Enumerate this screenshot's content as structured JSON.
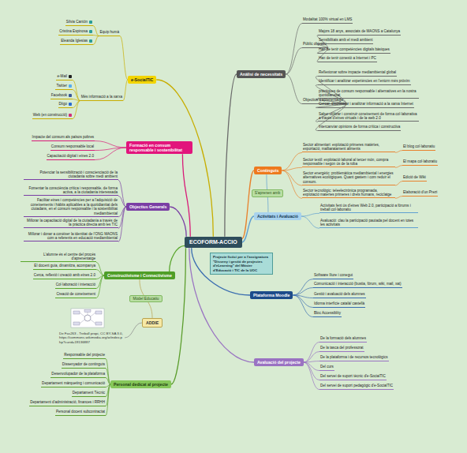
{
  "diagram": {
    "nodes": [
      {
        "text": [
          "ECOFORM-ACCIO"
        ]
      },
      {
        "text": [
          "Projecte fictici per a l'assignatura \"Disseny i gestió de projectes d'eLearning\" del Màster d'Educació i TIC de la UOC"
        ]
      },
      {
        "text": [
          "Anàlisi de necessitats"
        ]
      },
      {
        "text": [
          "Modalitat 100% virtual en LMS"
        ]
      },
      {
        "text": [
          "Públic objectiu"
        ]
      },
      {
        "text": [
          "Majors 18 anys, associats de MAONS a Catalunya"
        ]
      },
      {
        "text": [
          "Sensibilitats amb el medi ambient"
        ]
      },
      {
        "text": [
          "Han de tenir competències digitals bàsiques"
        ]
      },
      {
        "text": [
          "Han de tenir conexió a Internet i PC"
        ]
      },
      {
        "text": [
          "Objectius d'aprenentatge"
        ]
      },
      {
        "text": [
          "Reflexionar sobre impacte mediambiental global"
        ]
      },
      {
        "text": [
          "Identificar i analitzar experiències en l'entorn més pròxim"
        ]
      },
      {
        "text": [
          "práctiques de consum responsable i alternatives en la nostra quotidianeitat"
        ]
      },
      {
        "text": [
          "Cercar, discriminar i analitzar informació a la xarxa Internet"
        ]
      },
      {
        "text": [
          "Saber utilitzar i construir coneixement de forma col·laborativa a través d'eines virtuals i de la web 2.0"
        ]
      },
      {
        "text": [
          "Intercanviar opinions de forma crítica i constructiva"
        ]
      },
      {
        "text": [
          "Continguts"
        ]
      },
      {
        "text": [
          "Sector alimentari: explotació primeres matèries, exportació, malbaratament aliments"
        ]
      },
      {
        "text": [
          "Sector textil: explotació laboral al tercer món, compra responsable i segon ús de la roba"
        ]
      },
      {
        "text": [
          "Sector energètic: problemàtica mediambiental i energies alternatives ecològiques. Quant gastem i com reduir el consum."
        ]
      },
      {
        "text": [
          "Sector tecnològic: teleelectrònica programada, explotació materies primeres i drets humans, reciclatge"
        ]
      },
      {
        "text": [
          "El blog col·laboratiu"
        ]
      },
      {
        "text": [
          "El mapa col·laboratiu"
        ]
      },
      {
        "text": [
          "Edició de Wiki"
        ]
      },
      {
        "text": [
          "Elaboració d'un Prezi"
        ]
      },
      {
        "text": [
          "Activitats i Avaluació"
        ]
      },
      {
        "text": [
          "Activitats fent ús d'eines Web 2.0, participació a fòrums i treball col·laboratiu"
        ]
      },
      {
        "text": [
          "Avaluació: clau la participació pautada pel docent en totes les activitats"
        ]
      },
      {
        "text": [
          "Plataforma Moodle"
        ]
      },
      {
        "text": [
          "Software lliure i conegut"
        ]
      },
      {
        "text": [
          "Comunicació i interacció (bustia, fòrum, wiki, mail, xat)"
        ]
      },
      {
        "text": [
          "Gestió i avaluació dels alumnes"
        ]
      },
      {
        "text": [
          "Idioma interfície català/ castellà"
        ]
      },
      {
        "text": [
          "Bloc Accessiblity"
        ]
      },
      {
        "text": [
          "Avaluació del projecte"
        ]
      },
      {
        "text": [
          "De la formació dels alumnes"
        ]
      },
      {
        "text": [
          "De la tasca del professorat"
        ]
      },
      {
        "text": [
          "De la plataforma i de recursos tecnològics"
        ]
      },
      {
        "text": [
          "Del curs"
        ]
      },
      {
        "text": [
          "Del servei de suport tècnic d'e-SocialTIC"
        ]
      },
      {
        "text": [
          "Del servei de suport pedagògic d'e-SocialTIC"
        ]
      },
      {
        "text": [
          "e-SocialTIC"
        ]
      },
      {
        "text": [
          "Equip humà"
        ]
      },
      {
        "text": [
          "Sílvia Cantón"
        ]
      },
      {
        "text": [
          "Cristina Espinosa"
        ]
      },
      {
        "text": [
          "Eleanda Iglesias"
        ]
      },
      {
        "text": [
          "Més informació a la xarxa"
        ]
      },
      {
        "text": [
          "e-Mail"
        ]
      },
      {
        "text": [
          "Twitter"
        ]
      },
      {
        "text": [
          "Facebook"
        ]
      },
      {
        "text": [
          "Diigo"
        ]
      },
      {
        "text": [
          "Web (en construcció)"
        ]
      },
      {
        "text": [
          "Formació en consum responsable i sostenibilitat"
        ]
      },
      {
        "text": [
          "Impacte del consum als països pobres"
        ]
      },
      {
        "text": [
          "Consum responsable local"
        ]
      },
      {
        "text": [
          "Capacitació digital i eines 2.0"
        ]
      },
      {
        "text": [
          "Objectius Generals"
        ]
      },
      {
        "text": [
          "Potenciar la sensibilització i conscienciació de la ciutadania sobre medi ambient"
        ]
      },
      {
        "text": [
          "Fomentar la consciència crítica i responsable, de forma activa, a la ciutadania interessada"
        ]
      },
      {
        "text": [
          "Facilitar eines i competències per a l'adquisició de coneixements i hàbits aplicables a la quotidianitat dels ciutadans, en el consum responsable i la sostenibilitat mediambiental"
        ]
      },
      {
        "text": [
          "Millorar la capacitació digital de la ciutadania a través de la pràctica directa amb les TIC"
        ]
      },
      {
        "text": [
          "Millorar i donar a conèixer la identitat de l'ONG MAONS com a referents en educació mediambiental"
        ]
      },
      {
        "text": [
          "Constructivisme i Connectivisme"
        ]
      },
      {
        "text": [
          "L'alumne és el centre del procés d'aprenentatge"
        ]
      },
      {
        "text": [
          "El docent guia, dinamitza, acompanya"
        ]
      },
      {
        "text": [
          "Cerca, reflexió i creació amb eines 2.0"
        ]
      },
      {
        "text": [
          "Col·laboració i interacció"
        ]
      },
      {
        "text": [
          "Creació de coneixement"
        ]
      },
      {
        "text": [
          "ADDIE"
        ]
      },
      {
        "text": [
          "De Fas263 - Treball propi, CC BY-SA 3.0, https://commons.wikimedia.org/w/index.php?curid=19136887"
        ]
      },
      {
        "text": [
          "Personal dedicat al projecte"
        ]
      },
      {
        "text": [
          "Responsable del projecte"
        ]
      },
      {
        "text": [
          "Dissenyador de continguts"
        ]
      },
      {
        "text": [
          "Desenvolupador de la plataforma"
        ]
      },
      {
        "text": [
          "Departament màrqueting i comunicació"
        ]
      },
      {
        "text": [
          "Departament Tècnic"
        ]
      },
      {
        "text": [
          "Departament d'administració, finances i RRHH"
        ]
      },
      {
        "text": [
          "Personal docent subcontractat"
        ]
      }
    ],
    "edges": [
      {
        "from": 0,
        "to": 2,
        "arrow": "none"
      },
      {
        "from": 0,
        "to": 16,
        "arrow": "none"
      },
      {
        "from": 0,
        "to": 25,
        "arrow": "none"
      },
      {
        "from": 0,
        "to": 28,
        "arrow": "none"
      },
      {
        "from": 0,
        "to": 34,
        "arrow": "none"
      },
      {
        "from": 0,
        "to": 41,
        "arrow": "none"
      },
      {
        "from": 0,
        "to": 52,
        "arrow": "none"
      },
      {
        "from": 0,
        "to": 56,
        "arrow": "none"
      },
      {
        "from": 0,
        "to": 62,
        "arrow": "none"
      },
      {
        "from": 0,
        "to": 70,
        "arrow": "none"
      },
      {
        "from": 16,
        "to": 25,
        "label": "S'aprenen amb",
        "arrow": "none"
      },
      {
        "from": 62,
        "to": 68,
        "label": "Model Educatiu",
        "arrow": "none"
      },
      {
        "from": 2,
        "to": 3,
        "arrow": "none"
      },
      {
        "from": 2,
        "to": 4,
        "arrow": "none"
      },
      {
        "from": 2,
        "to": 9,
        "arrow": "none"
      },
      {
        "from": 4,
        "to": 5,
        "arrow": "none"
      },
      {
        "from": 4,
        "to": 6,
        "arrow": "none"
      },
      {
        "from": 4,
        "to": 7,
        "arrow": "none"
      },
      {
        "from": 4,
        "to": 8,
        "arrow": "none"
      },
      {
        "from": 9,
        "to": 10,
        "arrow": "none"
      },
      {
        "from": 9,
        "to": 11,
        "arrow": "none"
      },
      {
        "from": 9,
        "to": 12,
        "arrow": "none"
      },
      {
        "from": 9,
        "to": 13,
        "arrow": "none"
      },
      {
        "from": 9,
        "to": 14,
        "arrow": "none"
      },
      {
        "from": 9,
        "to": 15,
        "arrow": "none"
      },
      {
        "from": 16,
        "to": 17,
        "arrow": "none"
      },
      {
        "from": 16,
        "to": 18,
        "arrow": "none"
      },
      {
        "from": 16,
        "to": 19,
        "arrow": "none"
      },
      {
        "from": 16,
        "to": 20,
        "arrow": "none"
      },
      {
        "from": 17,
        "to": 21,
        "arrow": "none"
      },
      {
        "from": 18,
        "to": 22,
        "arrow": "none"
      },
      {
        "from": 19,
        "to": 23,
        "arrow": "none"
      },
      {
        "from": 20,
        "to": 24,
        "arrow": "none"
      },
      {
        "from": 25,
        "to": 26,
        "arrow": "none"
      },
      {
        "from": 25,
        "to": 27,
        "arrow": "none"
      },
      {
        "from": 28,
        "to": 29,
        "arrow": "none"
      },
      {
        "from": 28,
        "to": 30,
        "arrow": "none"
      },
      {
        "from": 28,
        "to": 31,
        "arrow": "none"
      },
      {
        "from": 28,
        "to": 32,
        "arrow": "none"
      },
      {
        "from": 28,
        "to": 33,
        "arrow": "none"
      },
      {
        "from": 34,
        "to": 35,
        "arrow": "none"
      },
      {
        "from": 34,
        "to": 36,
        "arrow": "none"
      },
      {
        "from": 34,
        "to": 37,
        "arrow": "none"
      },
      {
        "from": 34,
        "to": 38,
        "arrow": "none"
      },
      {
        "from": 34,
        "to": 39,
        "arrow": "none"
      },
      {
        "from": 34,
        "to": 40,
        "arrow": "none"
      },
      {
        "from": 41,
        "to": 42,
        "arrow": "none"
      },
      {
        "from": 41,
        "to": 46,
        "arrow": "none"
      },
      {
        "from": 42,
        "to": 43,
        "arrow": "none"
      },
      {
        "from": 42,
        "to": 44,
        "arrow": "none"
      },
      {
        "from": 42,
        "to": 45,
        "arrow": "none"
      },
      {
        "from": 46,
        "to": 47,
        "arrow": "none"
      },
      {
        "from": 46,
        "to": 48,
        "arrow": "none"
      },
      {
        "from": 46,
        "to": 49,
        "arrow": "none"
      },
      {
        "from": 46,
        "to": 50,
        "arrow": "none"
      },
      {
        "from": 46,
        "to": 51,
        "arrow": "none"
      },
      {
        "from": 52,
        "to": 53,
        "arrow": "none"
      },
      {
        "from": 52,
        "to": 54,
        "arrow": "none"
      },
      {
        "from": 52,
        "to": 55,
        "arrow": "none"
      },
      {
        "from": 56,
        "to": 57,
        "arrow": "none"
      },
      {
        "from": 56,
        "to": 58,
        "arrow": "none"
      },
      {
        "from": 56,
        "to": 59,
        "arrow": "none"
      },
      {
        "from": 56,
        "to": 60,
        "arrow": "none"
      },
      {
        "from": 56,
        "to": 61,
        "arrow": "none"
      },
      {
        "from": 62,
        "to": 63,
        "arrow": "none"
      },
      {
        "from": 62,
        "to": 64,
        "arrow": "none"
      },
      {
        "from": 62,
        "to": 65,
        "arrow": "none"
      },
      {
        "from": 62,
        "to": 66,
        "arrow": "none"
      },
      {
        "from": 62,
        "to": 67,
        "arrow": "none"
      },
      {
        "from": 68,
        "to": 69,
        "arrow": "none"
      },
      {
        "from": 70,
        "to": 71,
        "arrow": "none"
      },
      {
        "from": 70,
        "to": 72,
        "arrow": "none"
      },
      {
        "from": 70,
        "to": 73,
        "arrow": "none"
      },
      {
        "from": 70,
        "to": 74,
        "arrow": "none"
      },
      {
        "from": 70,
        "to": 75,
        "arrow": "none"
      },
      {
        "from": 70,
        "to": 76,
        "arrow": "none"
      },
      {
        "from": 70,
        "to": 77,
        "arrow": "none"
      }
    ]
  }
}
